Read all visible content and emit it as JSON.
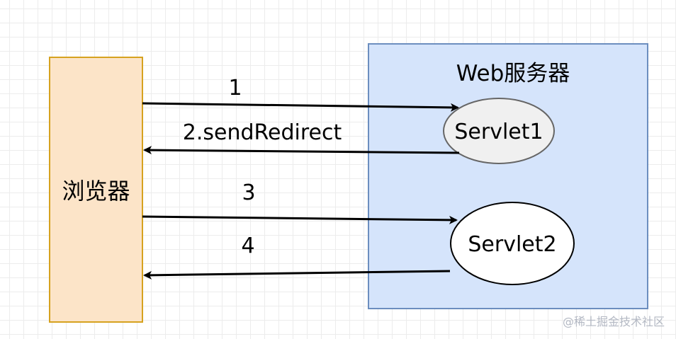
{
  "nodes": {
    "browser": {
      "label": "浏览器",
      "fill": "#fce4c8",
      "stroke": "#d6a21f"
    },
    "server": {
      "label": "Web服务器",
      "fill": "#d5e4fb",
      "stroke": "#6c8ebf"
    },
    "servlet1": {
      "label": "Servlet1",
      "fill": "#f0f0f0",
      "stroke": "#666666"
    },
    "servlet2": {
      "label": "Servlet2",
      "fill": "#ffffff",
      "stroke": "#000000"
    }
  },
  "edges": [
    {
      "id": "edge-1",
      "label": "1",
      "from": "browser",
      "to": "servlet1"
    },
    {
      "id": "edge-2",
      "label": "2.sendRedirect",
      "from": "servlet1",
      "to": "browser"
    },
    {
      "id": "edge-3",
      "label": "3",
      "from": "browser",
      "to": "servlet2"
    },
    {
      "id": "edge-4",
      "label": "4",
      "from": "servlet2",
      "to": "browser"
    }
  ],
  "watermark": "@稀土掘金技术社区"
}
